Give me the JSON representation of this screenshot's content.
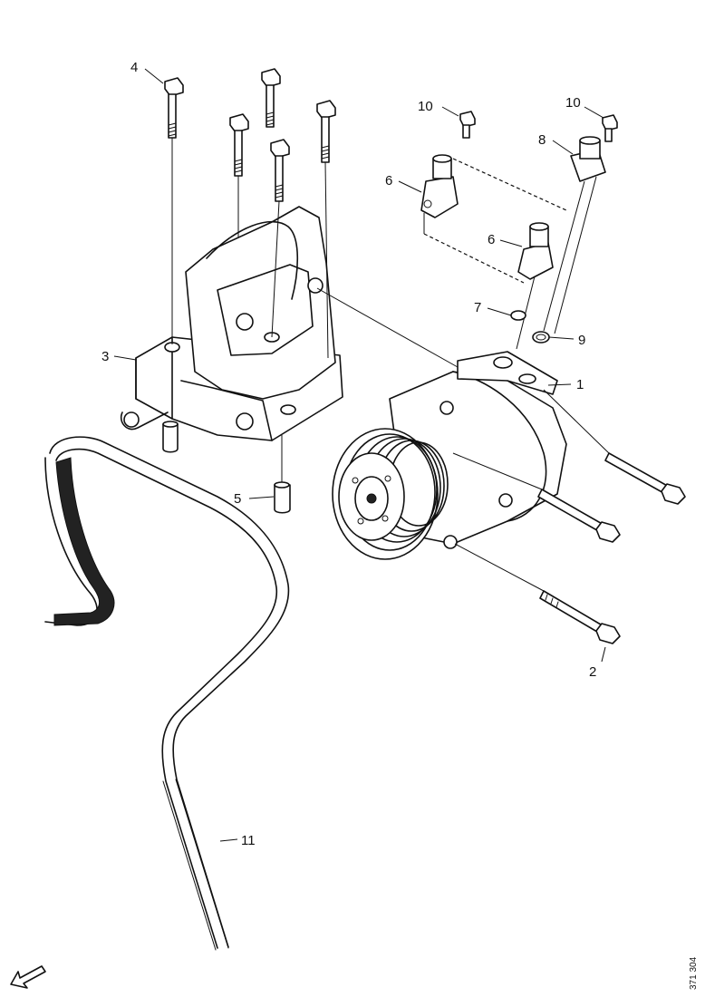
{
  "diagram": {
    "callouts": [
      {
        "id": "c1",
        "text": "1"
      },
      {
        "id": "c2",
        "text": "2"
      },
      {
        "id": "c3",
        "text": "3"
      },
      {
        "id": "c4",
        "text": "4"
      },
      {
        "id": "c5",
        "text": "5"
      },
      {
        "id": "c6a",
        "text": "6"
      },
      {
        "id": "c6b",
        "text": "6"
      },
      {
        "id": "c7",
        "text": "7"
      },
      {
        "id": "c8",
        "text": "8"
      },
      {
        "id": "c9",
        "text": "9"
      },
      {
        "id": "c10a",
        "text": "10"
      },
      {
        "id": "c10b",
        "text": "10"
      },
      {
        "id": "c11",
        "text": "11"
      }
    ],
    "reference_code": "371 304",
    "icons": {
      "orientation": "direction-arrow-icon"
    }
  }
}
